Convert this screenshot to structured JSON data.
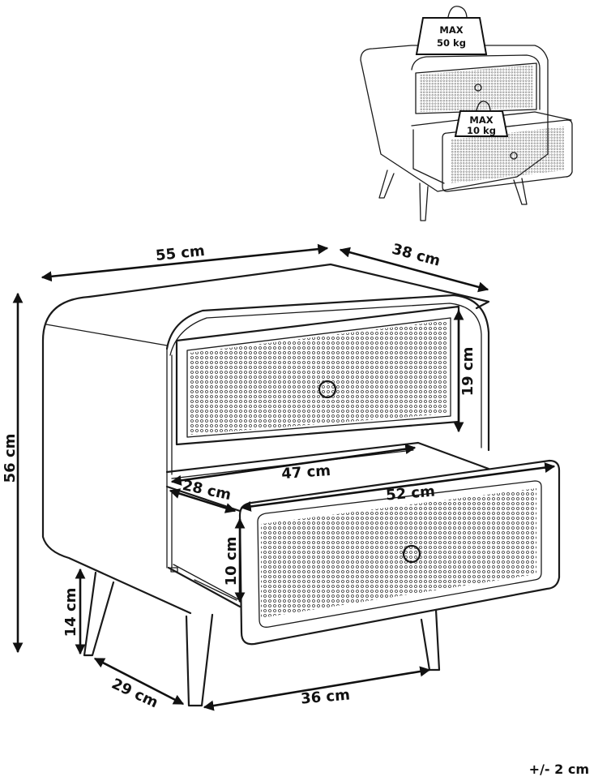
{
  "dimensions": {
    "width": "55 cm",
    "depth": "38 cm",
    "height": "56 cm",
    "drawer_front_height": "19 cm",
    "inner_width": "47 cm",
    "drawer_depth": "28 cm",
    "drawer_front_width": "52 cm",
    "drawer_inner_height": "10 cm",
    "leg_height": "14 cm",
    "leg_depth_span": "29 cm",
    "leg_width_span": "36 cm"
  },
  "load": {
    "top_label": "MAX",
    "top_value": "50 kg",
    "drawer_label": "MAX",
    "drawer_value": "10 kg"
  },
  "tolerance": "+/- 2 cm"
}
